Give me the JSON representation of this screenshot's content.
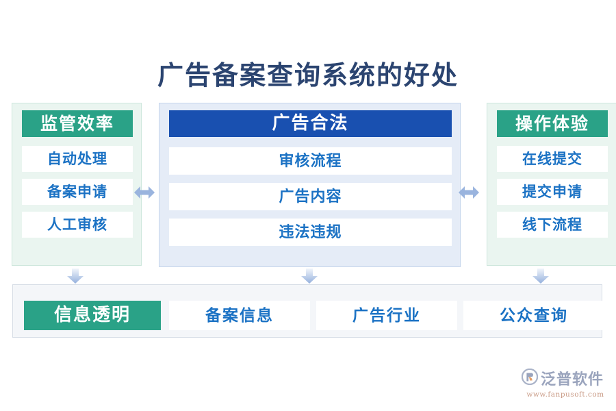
{
  "title": "广告备案查询系统的好处",
  "colors": {
    "title_navy": "#2b4470",
    "green": "#2aa287",
    "blue": "#1950b0",
    "card_text_blue": "#1b72c4",
    "green_panel_bg": "#eaf5f0",
    "blue_panel_bg": "#e5ecf7",
    "bottom_bar_bg": "#f4f6f9",
    "arrow_blue": "#9ab4de"
  },
  "columns": [
    {
      "id": "left",
      "header": "监管效率",
      "header_style": "green",
      "cards": [
        "自动处理",
        "备案申请",
        "人工审核"
      ]
    },
    {
      "id": "center",
      "header": "广告合法",
      "header_style": "blue",
      "cards": [
        "审核流程",
        "广告内容",
        "违法违规"
      ]
    },
    {
      "id": "right",
      "header": "操作体验",
      "header_style": "green",
      "cards": [
        "在线提交",
        "提交申请",
        "线下流程"
      ]
    }
  ],
  "connectors": {
    "horizontal_arrows": [
      "double-arrow-left-right",
      "double-arrow-left-right"
    ],
    "down_arrows": [
      "arrow-down",
      "arrow-down",
      "arrow-down"
    ]
  },
  "bottom_bar": {
    "accent_tile": "信息透明",
    "tiles": [
      "备案信息",
      "广告行业",
      "公众查询"
    ]
  },
  "watermark": {
    "brand": "泛普软件",
    "url": "www.fanpusoft.com",
    "logo_icon": "fanpu-logo-icon"
  }
}
